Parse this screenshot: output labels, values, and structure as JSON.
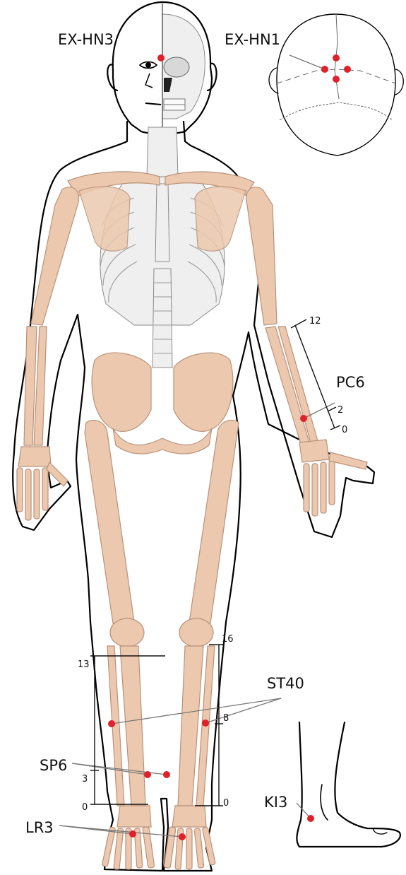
{
  "points": {
    "ex_hn3": "EX-HN3",
    "ex_hn1": "EX-HN1",
    "pc6": "PC6",
    "st40": "ST40",
    "sp6": "SP6",
    "lr3": "LR3",
    "ki3": "KI3"
  },
  "forearm_scale": {
    "top": "12",
    "mid": "2",
    "bottom": "0"
  },
  "left_leg_scale": {
    "top": "13",
    "mid": "3",
    "bottom": "0"
  },
  "right_leg_scale": {
    "top": "16",
    "mid": "8",
    "bottom": "0"
  },
  "colors": {
    "bone": "#ecc9ae",
    "point": "#e0202a",
    "outline": "#000000"
  }
}
